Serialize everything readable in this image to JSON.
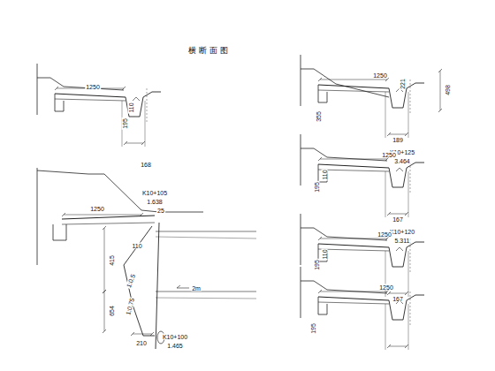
{
  "diagram": {
    "title": "横断面图",
    "labels": [
      "1250",
      "195",
      "110",
      "168",
      "K10+105",
      "1.638",
      "1250",
      "25",
      "415",
      "110",
      "654",
      "1:0.5",
      "1:0.75",
      "210",
      "K10+100",
      "1.465",
      "2m",
      "1250",
      "221",
      "498",
      "355",
      "189",
      "K10+125",
      "3.464",
      "1250",
      "195",
      "110",
      "167",
      "K10+120",
      "5.311",
      "1250",
      "195",
      "110",
      "167",
      "1250",
      "195"
    ]
  }
}
